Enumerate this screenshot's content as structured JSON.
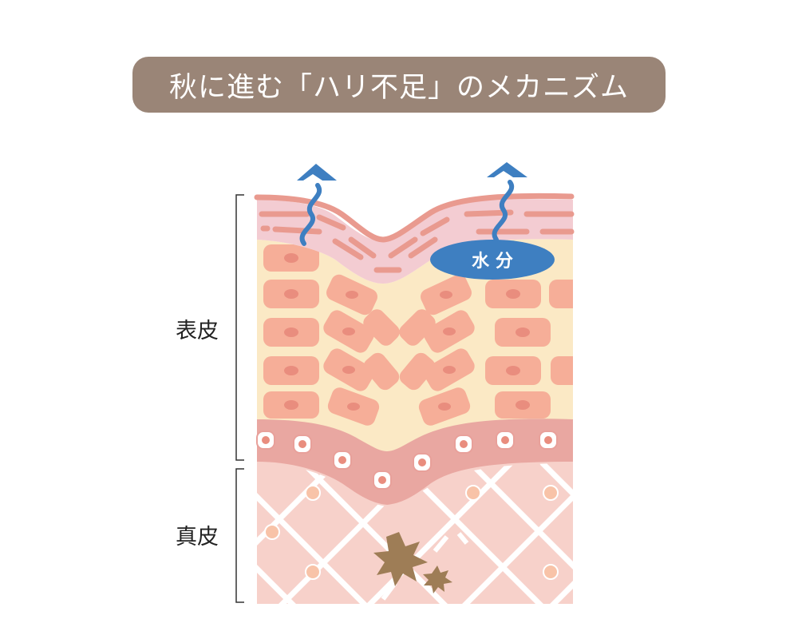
{
  "title": "秋に進む「ハリ不足」のメカニズム",
  "labels": {
    "epidermis": "表皮",
    "dermis": "真皮",
    "moisture": "水 分"
  },
  "icons": [
    "moisture-evaporation-arrow",
    "collagen-damage-icon"
  ],
  "colors": {
    "title_bg": "#9a8577",
    "stratum_corneum": "#f3ccd2",
    "corneum_line": "#e99a8f",
    "epidermis_bg": "#fbe9c5",
    "cell": "#f6ae98",
    "cell_nucleus": "#e98d7e",
    "basal_layer": "#e9a7a1",
    "dermis_bg": "#f7d1ca",
    "collagen": "#ffffff",
    "fibroblast": "#f8c3a8",
    "moisture_arrow": "#3e7fc1",
    "damage": "#9e7d56",
    "bracket": "#333333"
  }
}
